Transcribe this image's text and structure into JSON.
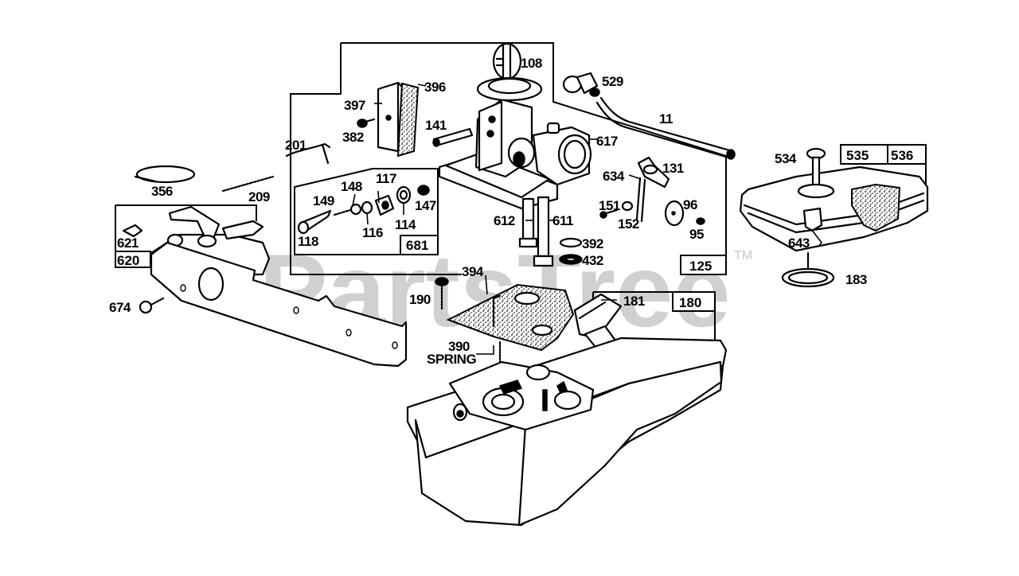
{
  "diagram": {
    "title": "Carburetor / Fuel Tank Exploded Parts Diagram",
    "watermark": "PartsTree",
    "watermark_mark": "TM",
    "colors": {
      "line": "#000000",
      "background": "#ffffff",
      "watermark": "#d0d0d0"
    },
    "callouts": {
      "p108": "108",
      "p396": "396",
      "p397": "397",
      "p382": "382",
      "p201": "201",
      "p141": "141",
      "p529": "529",
      "p11": "11",
      "p617": "617",
      "p634": "634",
      "p131": "131",
      "p151": "151",
      "p152": "152",
      "p96": "96",
      "p95": "95",
      "p612": "612",
      "p611": "611",
      "p392": "392",
      "p432": "432",
      "p356": "356",
      "p209": "209",
      "p621": "621",
      "p117": "117",
      "p148": "148",
      "p149": "149",
      "p147": "147",
      "p114": "114",
      "p116": "116",
      "p118": "118",
      "p394": "394",
      "p190": "190",
      "p674": "674",
      "p390": "390",
      "spring": "SPRING",
      "p181": "181",
      "p534": "534",
      "p643": "643",
      "p183": "183"
    },
    "kits": {
      "k681": "681",
      "k125": "125",
      "k620": "620",
      "k180": "180",
      "k535": "535",
      "k536": "536"
    }
  }
}
